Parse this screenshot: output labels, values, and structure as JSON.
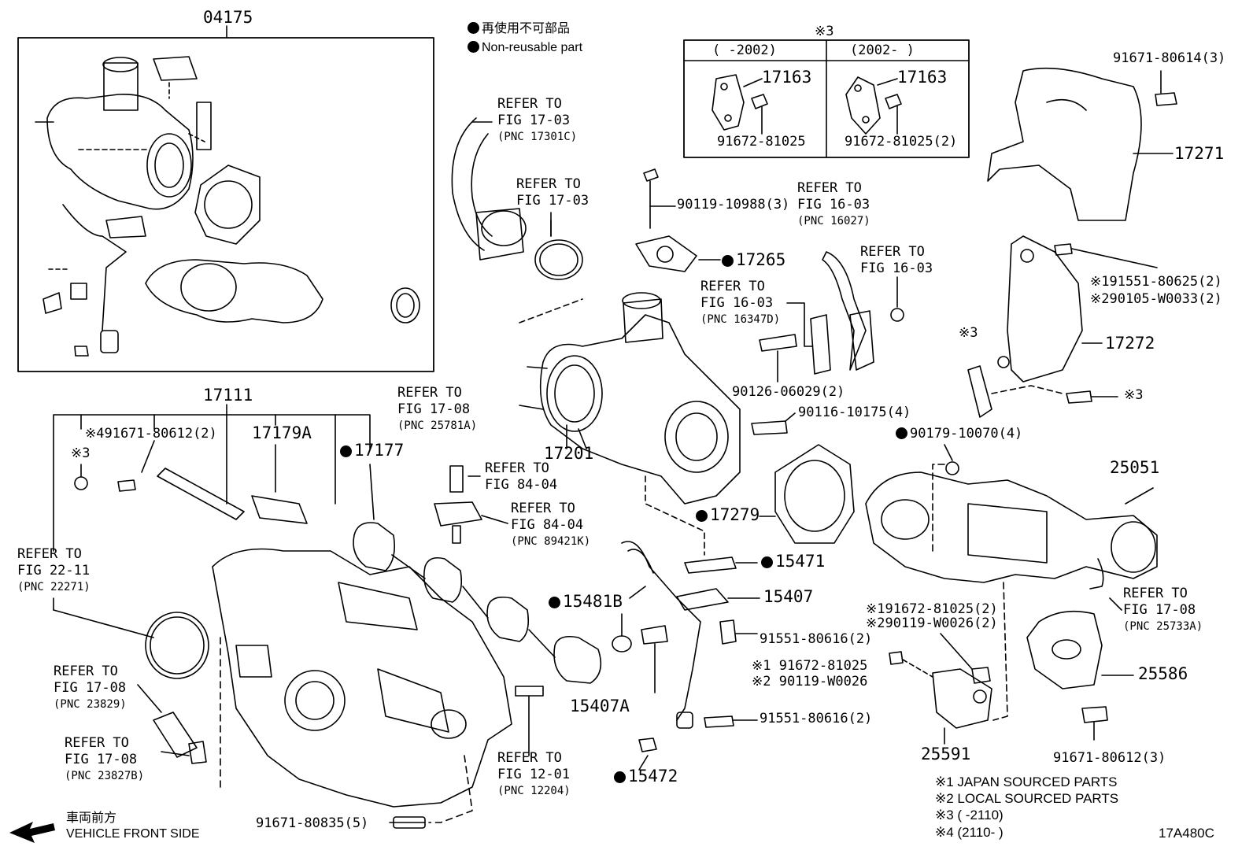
{
  "legend": {
    "non_reusable_jp": "再使用不可部品",
    "non_reusable_en": "Non-reusable part"
  },
  "table": {
    "title": "※3",
    "col1_header": "(      -2002)",
    "col2_header": "(2002-       )",
    "col1_part": "17163",
    "col1_bolt": "91672-81025",
    "col2_part": "17163",
    "col2_bolt": "91672-81025(2)"
  },
  "labels": {
    "p04175": "04175",
    "p17111": "17111",
    "p17179A": "17179A",
    "p17177": "17177",
    "p91671_80612_2": "※491671-80612(2)",
    "note3_a": "※3",
    "p17201": "17201",
    "p90119_10988": "90119-10988(3)",
    "p17265": "17265",
    "p90126_06029": "90126-06029(2)",
    "p90116_10175": "90116-10175(4)",
    "p90179_10070": "90179-10070(4)",
    "p17279": "17279",
    "p15471": "15471",
    "p15407": "15407",
    "p15481B": "15481B",
    "p91551_80616_a": "91551-80616(2)",
    "p91551_80616_b": "91551-80616(2)",
    "p91672_81025_jp": "※1 91672-81025",
    "p90119_W0026_lc": "※2 90119-W0026",
    "p15407A": "15407A",
    "p15472": "15472",
    "p91671_80835": "91671-80835(5)",
    "p91671_80614": "91671-80614(3)",
    "p17271": "17271",
    "p91551_80625": "※191551-80625(2)",
    "p90105_W0033": "※290105-W0033(2)",
    "p17272": "17272",
    "note3_b": "※3",
    "note3_c": "※3",
    "p25051": "25051",
    "p91672_81025_2": "※191672-81025(2)",
    "p90119_W0026_2": "※290119-W0026(2)",
    "p25586": "25586",
    "p25591": "25591",
    "p91671_80612_3": "91671-80612(3)",
    "fig_id": "17A480C"
  },
  "refs": {
    "r1": {
      "l1": "REFER TO",
      "l2": "FIG 17-03",
      "pnc": "(PNC 17301C)"
    },
    "r2": {
      "l1": "REFER TO",
      "l2": "FIG 17-03"
    },
    "r3": {
      "l1": "REFER TO",
      "l2": "FIG 16-03",
      "pnc": "(PNC 16027)"
    },
    "r4": {
      "l1": "REFER TO",
      "l2": "FIG 16-03"
    },
    "r5": {
      "l1": "REFER TO",
      "l2": "FIG 16-03",
      "pnc": "(PNC 16347D)"
    },
    "r6": {
      "l1": "REFER TO",
      "l2": "FIG 17-08",
      "pnc": "(PNC 25781A)"
    },
    "r7": {
      "l1": "REFER TO",
      "l2": "FIG 84-04"
    },
    "r8": {
      "l1": "REFER TO",
      "l2": "FIG 84-04",
      "pnc": "(PNC 89421K)"
    },
    "r9": {
      "l1": "REFER TO",
      "l2": "FIG 22-11",
      "pnc": "(PNC 22271)"
    },
    "r10": {
      "l1": "REFER TO",
      "l2": "FIG 17-08",
      "pnc": "(PNC 23829)"
    },
    "r11": {
      "l1": "REFER TO",
      "l2": "FIG 17-08",
      "pnc": "(PNC 23827B)"
    },
    "r12": {
      "l1": "REFER TO",
      "l2": "FIG 12-01",
      "pnc": "(PNC 12204)"
    },
    "r13": {
      "l1": "REFER TO",
      "l2": "FIG 17-08",
      "pnc": "(PNC 25733A)"
    }
  },
  "notes": {
    "n1": "※1  JAPAN SOURCED PARTS",
    "n2": "※2  LOCAL SOURCED PARTS",
    "n3": "※3 (      -2110)",
    "n4": "※4 (2110-      )"
  },
  "front": {
    "jp": "車両前方",
    "en": "VEHICLE FRONT SIDE"
  }
}
